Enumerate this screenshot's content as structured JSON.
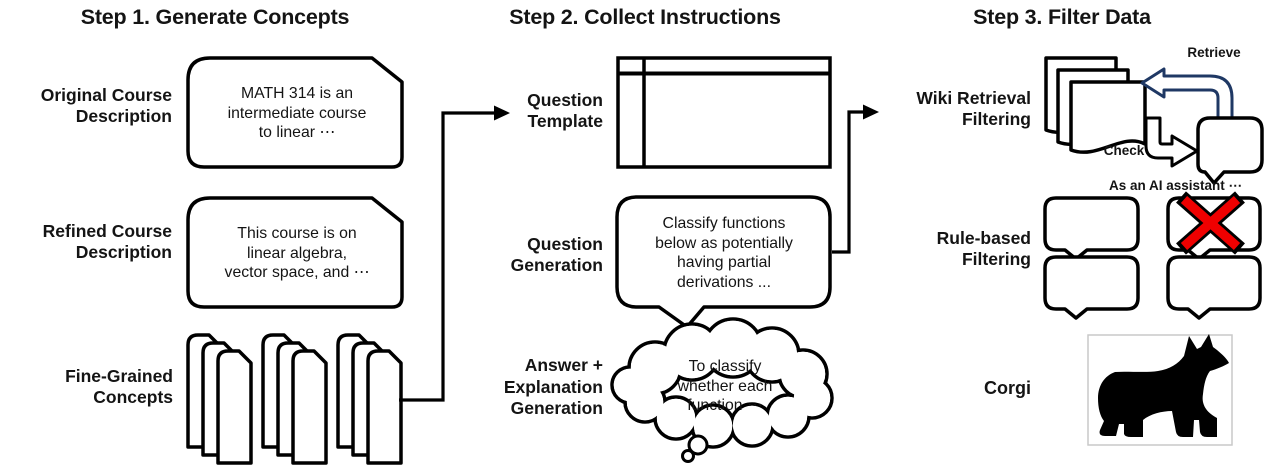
{
  "figure": {
    "step1": {
      "title": "Step 1. Generate Concepts",
      "original": {
        "label": "Original Course\nDescription",
        "content": "MATH 314 is an\nintermediate course\nto linear ⋯"
      },
      "refined": {
        "label": "Refined Course\nDescription",
        "content": "This course is on\nlinear algebra,\nvector space, and ⋯"
      },
      "concepts": {
        "label": "Fine-Grained\nConcepts"
      }
    },
    "step2": {
      "title": "Step 2. Collect Instructions",
      "template": {
        "label": "Question\nTemplate"
      },
      "question": {
        "label": "Question\nGeneration",
        "content": "Classify functions\nbelow as potentially\nhaving partial\nderivations ..."
      },
      "answer": {
        "label": "Answer +\nExplanation\nGeneration",
        "content": "To classify\nwhether each\nfunction ⋯"
      }
    },
    "step3": {
      "title": "Step 3. Filter Data",
      "wiki": {
        "label": "Wiki Retrieval\nFiltering",
        "retrieve": "Retrieve",
        "check": "Check",
        "caption": "As an AI assistant ⋯"
      },
      "rule": {
        "label": "Rule-based\nFiltering"
      },
      "corgi": {
        "label": "Corgi"
      }
    }
  },
  "colors": {
    "accent_blue": "#1f3864",
    "reject_red": "#ef0000",
    "ink": "#000000",
    "frame_gray": "#c9c9c9"
  }
}
